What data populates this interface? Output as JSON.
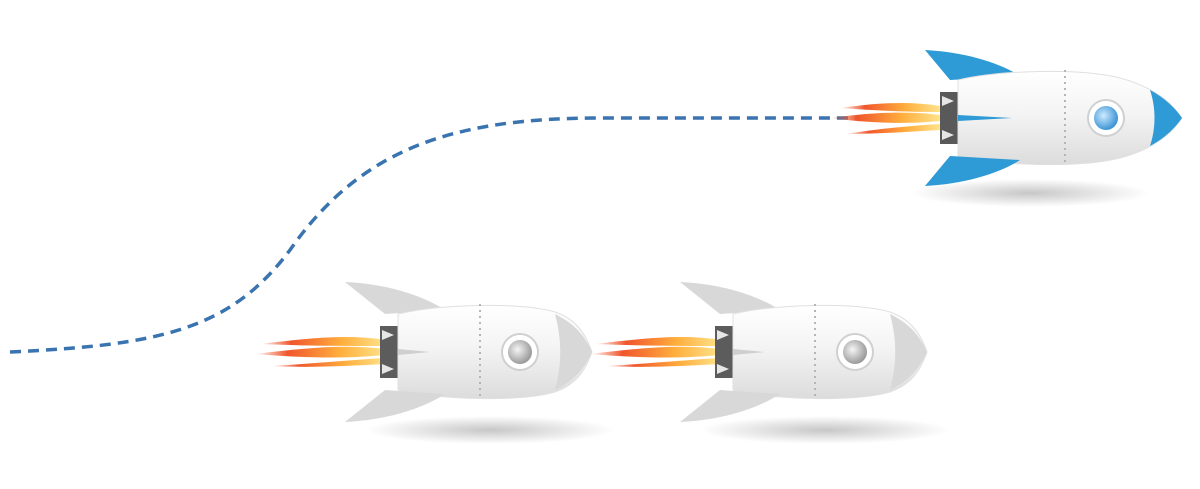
{
  "scene": {
    "background_color": "#ffffff",
    "trajectory_color": "#3a74b0",
    "rockets": [
      {
        "name": "leader-rocket",
        "accent_color": "#2e9ad6",
        "window_color": "#6fb9e8"
      },
      {
        "name": "follower-rocket-1",
        "accent_color": "#d8d8d8",
        "window_color": "#cfcfcf"
      },
      {
        "name": "follower-rocket-2",
        "accent_color": "#d8d8d8",
        "window_color": "#cfcfcf"
      }
    ]
  }
}
